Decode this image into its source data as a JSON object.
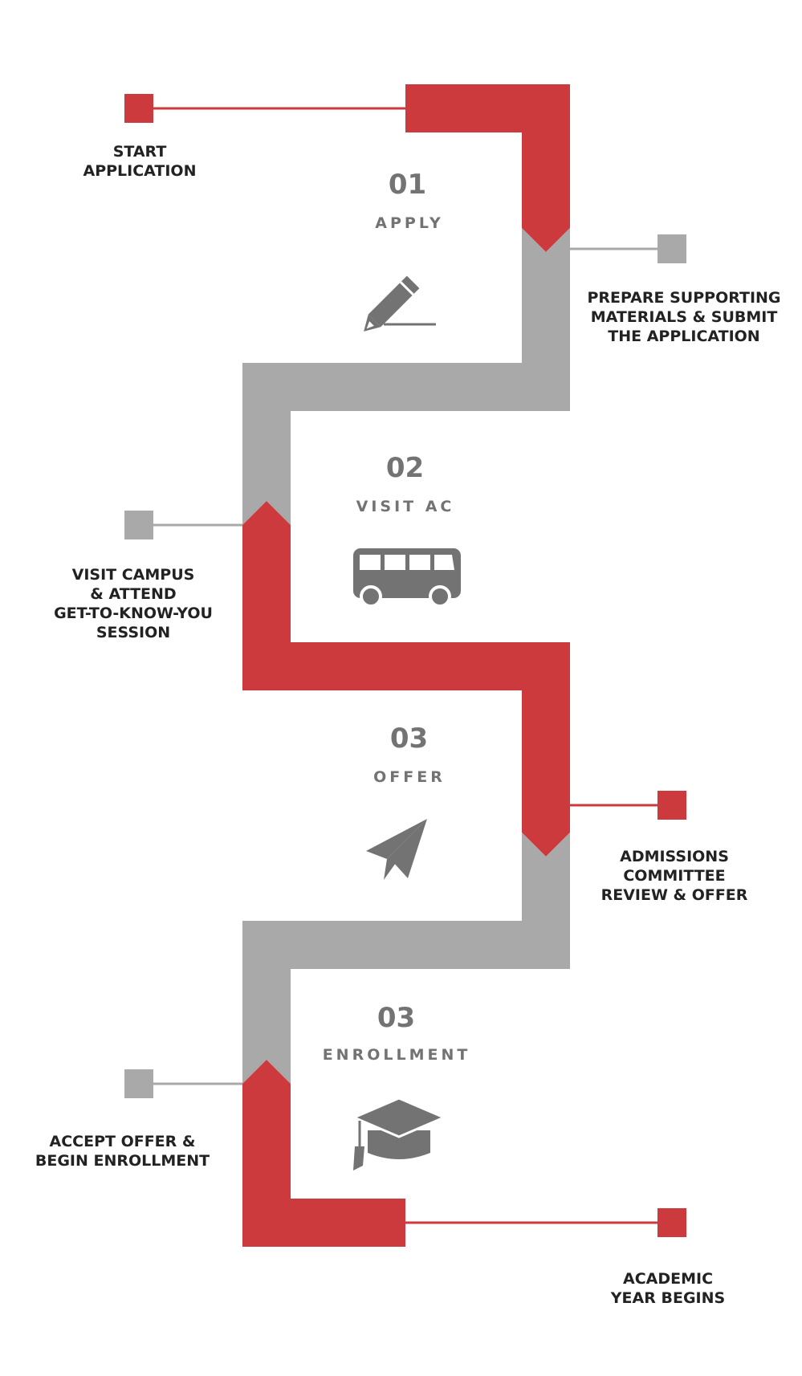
{
  "colors": {
    "red": "#cc3a3d",
    "gray": "#a9a9a9",
    "icon": "#737373",
    "text": "#222222"
  },
  "steps": [
    {
      "number": "01",
      "title": "APPLY",
      "icon": "pencil-icon"
    },
    {
      "number": "02",
      "title": "VISIT AC",
      "icon": "bus-icon"
    },
    {
      "number": "03",
      "title": "OFFER",
      "icon": "paper-plane-icon"
    },
    {
      "number": "03",
      "title": "ENROLLMENT",
      "icon": "graduation-cap-icon"
    }
  ],
  "milestones": [
    {
      "lines": [
        "START",
        "APPLICATION"
      ]
    },
    {
      "lines": [
        "PREPARE SUPPORTING",
        "MATERIALS & SUBMIT",
        "THE APPLICATION"
      ]
    },
    {
      "lines": [
        "VISIT CAMPUS",
        "& ATTEND",
        "GET-TO-KNOW-YOU",
        "SESSION"
      ]
    },
    {
      "lines": [
        "ADMISSIONS",
        "COMMITTEE",
        "REVIEW & OFFER"
      ]
    },
    {
      "lines": [
        "ACCEPT OFFER &",
        "BEGIN ENROLLMENT"
      ]
    },
    {
      "lines": [
        "ACADEMIC",
        "YEAR BEGINS"
      ]
    }
  ]
}
